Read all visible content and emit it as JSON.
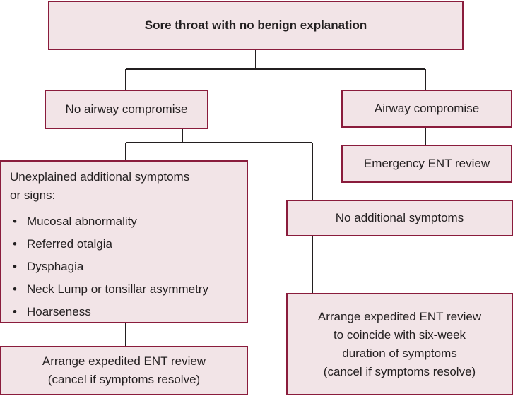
{
  "root": {
    "label": "Sore throat with no benign explanation"
  },
  "no_airway": {
    "label": "No airway compromise"
  },
  "airway": {
    "label": "Airway compromise"
  },
  "emergency": {
    "label": "Emergency ENT review"
  },
  "unexplained": {
    "heading_line1": "Unexplained additional symptoms",
    "heading_line2": "or signs:",
    "items": [
      "Mucosal abnormality",
      "Referred otalgia",
      "Dysphagia",
      "Neck Lump or tonsillar asymmetry",
      "Hoarseness"
    ]
  },
  "no_additional": {
    "label": "No additional symptoms"
  },
  "expedited_left": {
    "line1": "Arrange expedited ENT review",
    "line2": "(cancel if symptoms resolve)"
  },
  "expedited_right": {
    "line1": "Arrange expedited ENT review",
    "line2": "to coincide with six-week",
    "line3": "duration of symptoms",
    "line4": "(cancel if symptoms resolve)"
  },
  "colors": {
    "border": "#8a1c3c",
    "fill": "#f2e4e7",
    "line": "#231f20"
  }
}
